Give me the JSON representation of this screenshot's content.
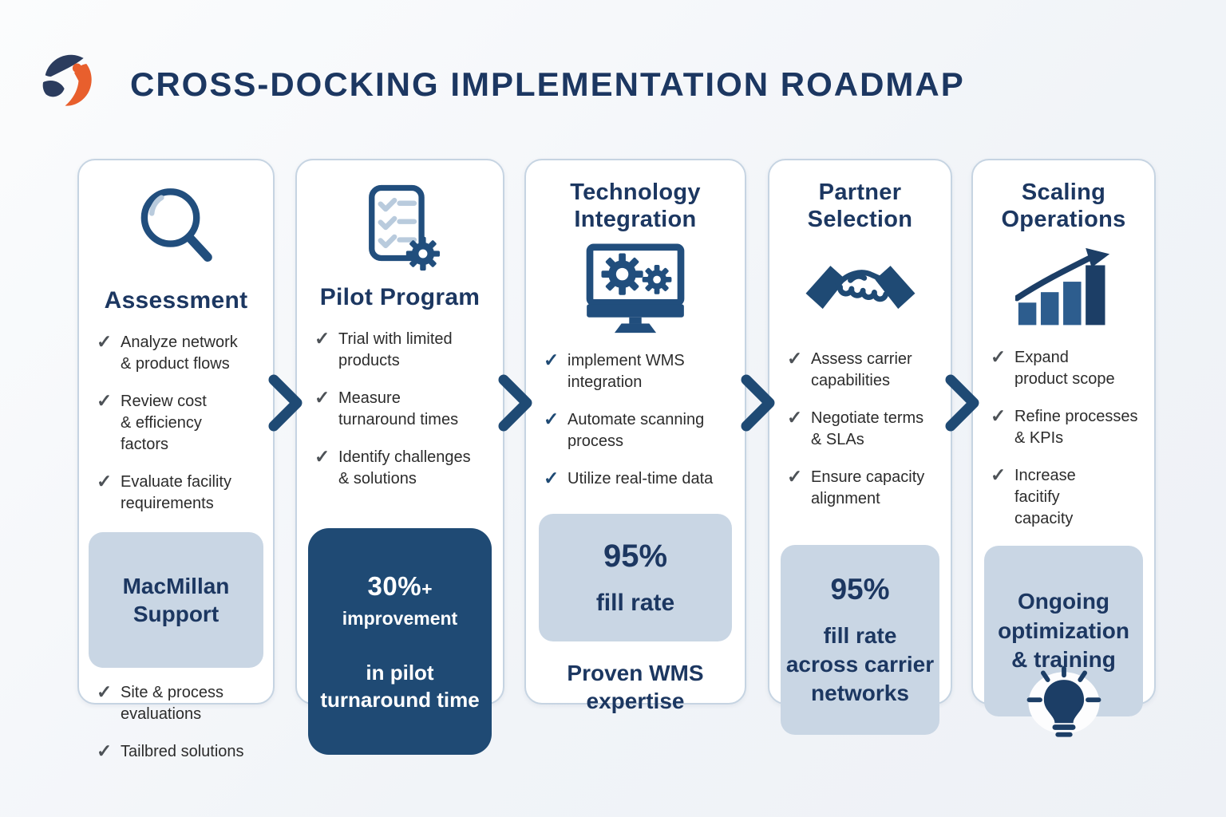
{
  "header": {
    "title": "CROSS-DOCKING IMPLEMENTATION ROADMAP"
  },
  "icons": {
    "check": "✓",
    "arrow_between_stages": "chevron-right"
  },
  "colors": {
    "navy_text": "#1c3761",
    "icon_navy": "#1f4a74",
    "medium_bar_blue": "#2d5d8e",
    "light_icon_blue": "#b9cbdd",
    "logo_orange": "#e85f2d",
    "badge_light_bg": "#c9d6e4",
    "badge_dark_bg": "#1f4a74",
    "card_border": "#c6d4e2",
    "page_bg": "#f1f4f8",
    "check_grey": "#4d5257"
  },
  "cards": [
    {
      "title": "Assessment",
      "icon": "magnifier-icon",
      "bullets": [
        "Analyze network\n& product flows",
        "Review cost\n& efficiency\nfactors",
        "Evaluate facility\nrequirements"
      ],
      "badge": {
        "style": "light",
        "text": "MacMillan\nSupport"
      },
      "extra_bullets": [
        "Site & process\nevaluations",
        "Tailbred solutions"
      ]
    },
    {
      "title": "Pilot Program",
      "icon": "checklist-gear-icon",
      "bullets": [
        "Trial with limited\nproducts",
        "Measure\nturnaround times",
        "Identify challenges\n& solutions"
      ],
      "badge": {
        "style": "dark",
        "emphasis": "30%",
        "after_emphasis": "+ improvement",
        "text": "in pilot\nturnaround time"
      }
    },
    {
      "title": "Technology\nIntegration",
      "icon": "monitor-gears-icon",
      "bullets": [
        "implement WMS\nintegration",
        "Automate scanning\nprocess",
        "Utilize real-time data"
      ],
      "badge": {
        "style": "light",
        "emphasis": "95%",
        "text": "fill rate"
      },
      "footer_text": "Proven WMS\nexpertise"
    },
    {
      "title": "Partner\nSelection",
      "icon": "handshake-icon",
      "bullets": [
        "Assess carrier\ncapabilities",
        "Negotiate terms\n& SLAs",
        "Ensure capacity\nalignment"
      ],
      "badge": {
        "style": "light",
        "emphasis": "95%",
        "text": "fill rate\nacross carrier\nnetworks"
      }
    },
    {
      "title": "Scaling\nOperations",
      "icon": "growth-chart-icon",
      "bullets": [
        "Expand\nproduct scope",
        "Refine processes\n& KPIs",
        "Increase\nfacitify\ncapacity"
      ],
      "badge": {
        "style": "light",
        "text": "Ongoing\noptimization\n& training"
      },
      "footer_icon": "lightbulb-icon"
    }
  ]
}
